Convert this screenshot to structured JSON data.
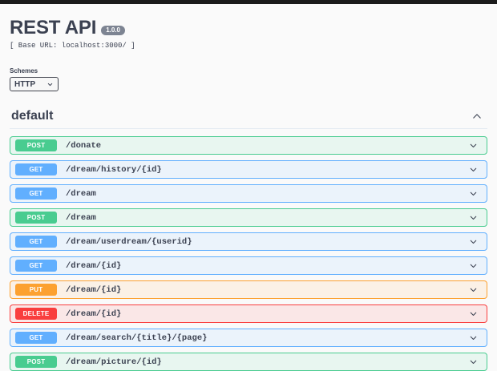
{
  "topbar": {
    "color": "#1b1b1b"
  },
  "header": {
    "title": "REST API",
    "version": "1.0.0",
    "base_url": "[ Base URL: localhost:3000/ ]"
  },
  "schemes": {
    "label": "Schemes",
    "selected": "HTTP",
    "options": [
      "HTTP"
    ],
    "caret_icon": "chevron-down-icon"
  },
  "tag": {
    "name": "default",
    "toggle_icon": "chevron-up-icon",
    "expanded": true
  },
  "operations": [
    {
      "method": "POST",
      "path": "/donate",
      "caret_icon": "chevron-down-icon"
    },
    {
      "method": "GET",
      "path": "/dream/history/{id}",
      "caret_icon": "chevron-down-icon"
    },
    {
      "method": "GET",
      "path": "/dream",
      "caret_icon": "chevron-down-icon"
    },
    {
      "method": "POST",
      "path": "/dream",
      "caret_icon": "chevron-down-icon"
    },
    {
      "method": "GET",
      "path": "/dream/userdream/{userid}",
      "caret_icon": "chevron-down-icon"
    },
    {
      "method": "GET",
      "path": "/dream/{id}",
      "caret_icon": "chevron-down-icon"
    },
    {
      "method": "PUT",
      "path": "/dream/{id}",
      "caret_icon": "chevron-down-icon"
    },
    {
      "method": "DELETE",
      "path": "/dream/{id}",
      "caret_icon": "chevron-down-icon"
    },
    {
      "method": "GET",
      "path": "/dream/search/{title}/{page}",
      "caret_icon": "chevron-down-icon"
    },
    {
      "method": "POST",
      "path": "/dream/picture/{id}",
      "caret_icon": "chevron-down-icon"
    }
  ],
  "colors": {
    "get": "#61affe",
    "post": "#49cc90",
    "put": "#fca130",
    "delete": "#f93e3e",
    "text": "#3b4151",
    "page_bg": "#fafafa"
  }
}
